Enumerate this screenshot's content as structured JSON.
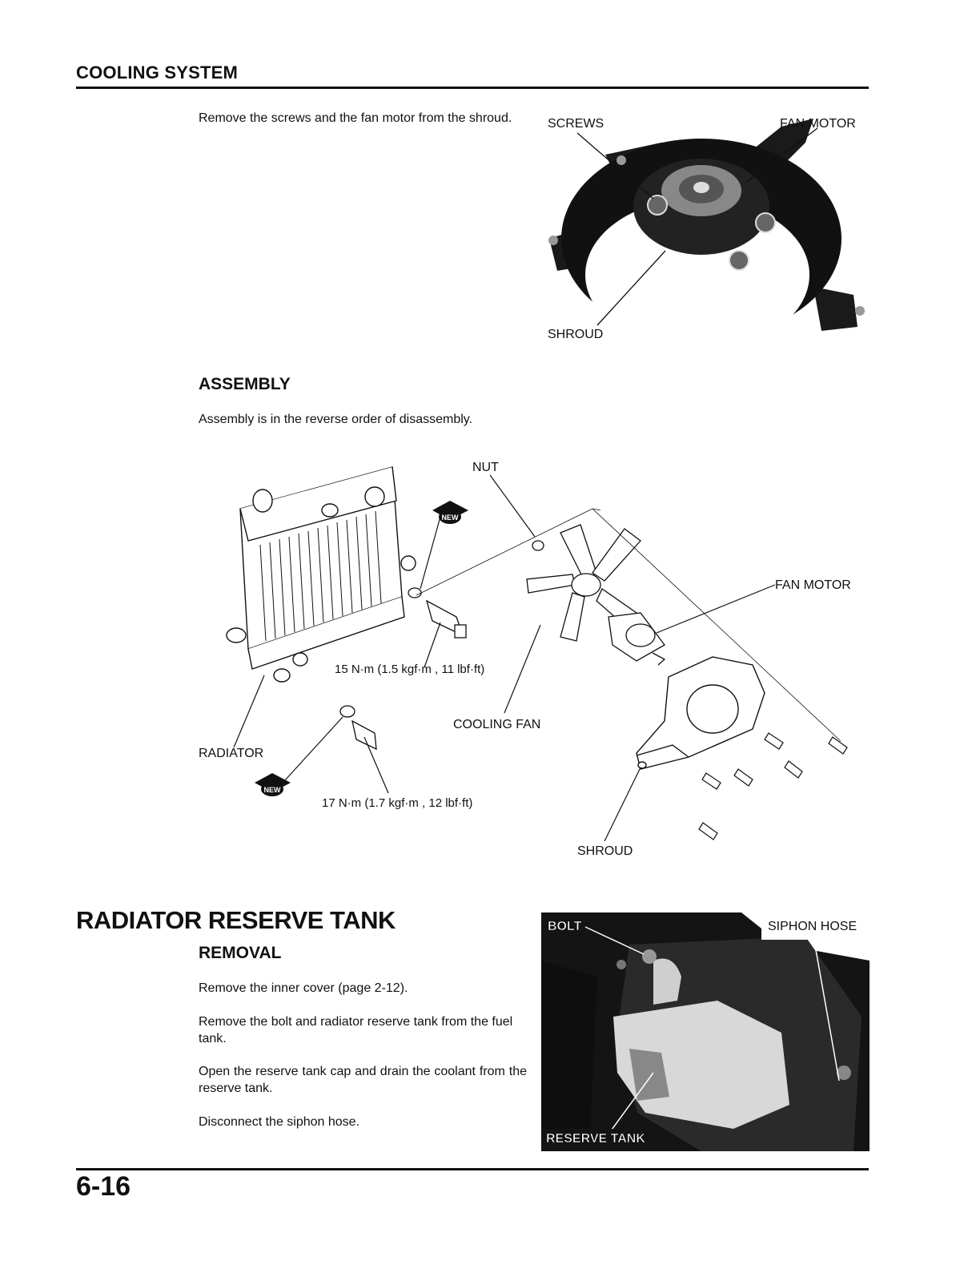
{
  "header": {
    "section_title": "COOLING SYSTEM"
  },
  "fan_motor_removal": {
    "text": "Remove the screws and the fan motor from the shroud.",
    "figure_labels": {
      "screws": "SCREWS",
      "fan_motor": "FAN MOTOR",
      "shroud": "SHROUD"
    }
  },
  "assembly": {
    "heading": "ASSEMBLY",
    "text": "Assembly is in the reverse order of disassembly.",
    "figure_labels": {
      "nut": "NUT",
      "fan_motor": "FAN MOTOR",
      "torque_upper": "15 N·m (1.5 kgf·m , 11 lbf·ft)",
      "cooling_fan": "COOLING FAN",
      "radiator": "RADIATOR",
      "torque_lower": "17 N·m (1.7 kgf·m , 12 lbf·ft)",
      "shroud": "SHROUD",
      "new_badge": "NEW"
    }
  },
  "reserve_tank": {
    "heading": "RADIATOR RESERVE TANK",
    "subheading": "REMOVAL",
    "steps": [
      "Remove the inner cover (page 2-12).",
      "Remove the bolt and radiator reserve tank from the fuel tank.",
      "Open the reserve tank cap and drain the coolant from the reserve tank.",
      "Disconnect the siphon hose."
    ],
    "figure_labels": {
      "bolt": "BOLT",
      "siphon_hose": "SIPHON HOSE",
      "reserve_tank": "RESERVE TANK"
    }
  },
  "footer": {
    "page_number": "6-16"
  }
}
